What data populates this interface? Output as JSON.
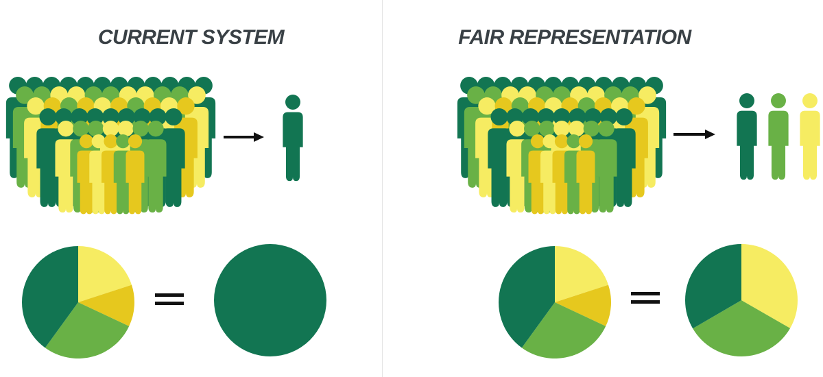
{
  "panels": {
    "left": {
      "title": "CURRENT SYSTEM"
    },
    "right": {
      "title": "FAIR REPRESENTATION"
    }
  },
  "colors": {
    "dark_green": "#127552",
    "light_green": "#69b146",
    "yellow": "#f6ec62",
    "mustard": "#e6c81e",
    "title_text": "#394045",
    "arrow": "#111111",
    "divider": "#e4e4e4"
  },
  "icons": {
    "person": "person-icon",
    "arrow": "arrow-right-icon",
    "equals": "equals-sign-icon"
  },
  "pies": {
    "left_population": [
      {
        "color": "yellow",
        "value": 0.2
      },
      {
        "color": "mustard",
        "value": 0.12
      },
      {
        "color": "light_green",
        "value": 0.28
      },
      {
        "color": "dark_green",
        "value": 0.4
      }
    ],
    "left_outcome": [
      {
        "color": "dark_green",
        "value": 1.0
      }
    ],
    "right_population": [
      {
        "color": "yellow",
        "value": 0.2
      },
      {
        "color": "mustard",
        "value": 0.12
      },
      {
        "color": "light_green",
        "value": 0.28
      },
      {
        "color": "dark_green",
        "value": 0.4
      }
    ],
    "right_outcome": [
      {
        "color": "yellow",
        "value": 0.333
      },
      {
        "color": "light_green",
        "value": 0.333
      },
      {
        "color": "dark_green",
        "value": 0.334
      }
    ]
  },
  "outcome_people": {
    "left": [
      "dark_green"
    ],
    "right": [
      "dark_green",
      "light_green",
      "yellow"
    ]
  }
}
